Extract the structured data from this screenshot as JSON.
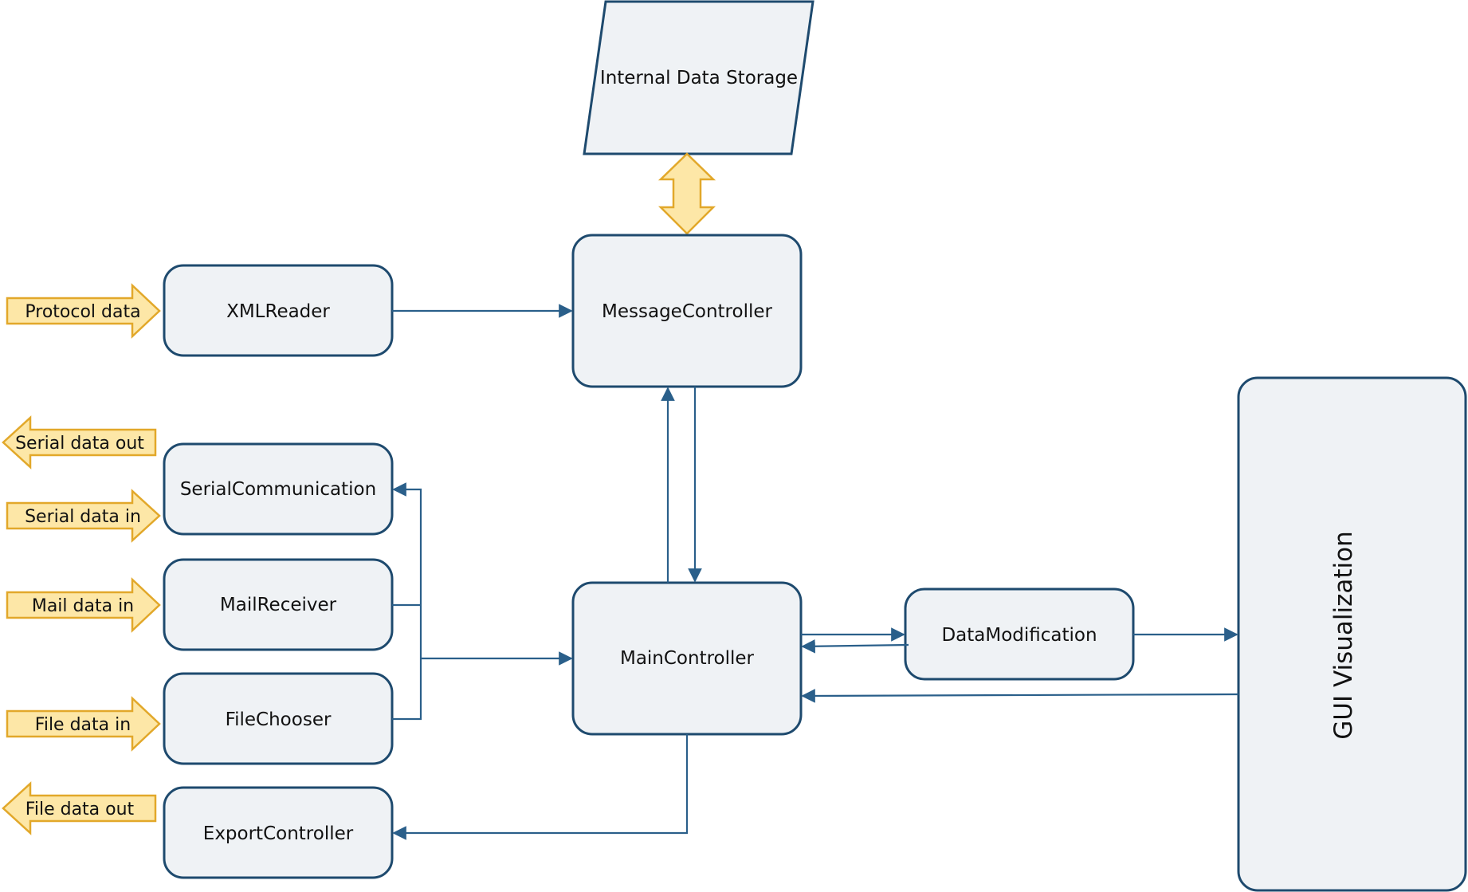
{
  "storage": {
    "label": "Internal Data Storage"
  },
  "modules": {
    "xml_reader": "XMLReader",
    "message_controller": "MessageController",
    "serial_communication": "SerialCommunication",
    "mail_receiver": "MailReceiver",
    "file_chooser": "FileChooser",
    "export_controller": "ExportController",
    "main_controller": "MainController",
    "data_modification": "DataModification",
    "gui_visualization": "GUI Visualization"
  },
  "io": {
    "protocol_in": "Protocol data",
    "serial_out": "Serial data out",
    "serial_in": "Serial data in",
    "mail_in": "Mail data in",
    "file_in": "File data in",
    "file_out": "File data out"
  },
  "colors": {
    "box_fill": "#eff2f5",
    "box_stroke": "#1e4a6e",
    "wire": "#2a5f8a",
    "io_fill": "#fde7a7",
    "io_stroke": "#e2a82a"
  }
}
